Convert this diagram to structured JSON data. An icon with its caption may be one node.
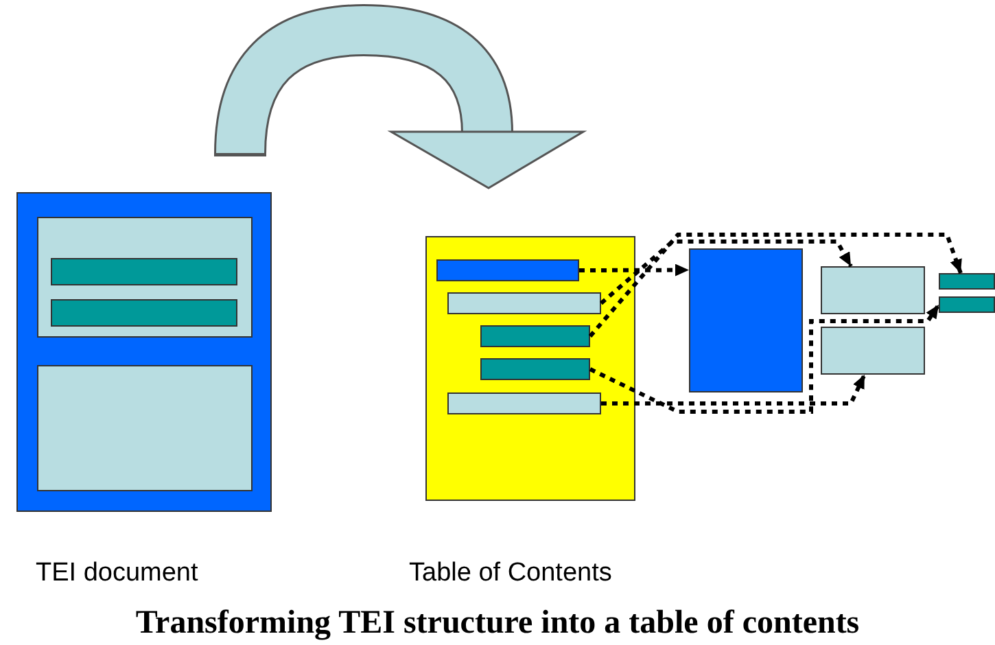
{
  "diagram": {
    "caption": "Transforming TEI structure into a table of contents",
    "nodes": [
      {
        "text": [
          "TEI document"
        ]
      },
      {
        "text": [],
        "shape": "box",
        "in": 0
      },
      {
        "text": [],
        "shape": "box",
        "in": 1
      },
      {
        "text": [],
        "shape": "box",
        "in": 1
      },
      {
        "text": [],
        "shape": "box",
        "in": 0
      },
      {
        "text": [
          "Table of Contents"
        ]
      },
      {
        "text": [],
        "shape": "box",
        "in": 5
      },
      {
        "text": [],
        "shape": "box",
        "in": 5
      },
      {
        "text": [],
        "shape": "box",
        "in": 5
      },
      {
        "text": [],
        "shape": "box",
        "in": 5
      },
      {
        "text": [],
        "shape": "box",
        "in": 5
      },
      {
        "text": [],
        "shape": "box"
      },
      {
        "text": [],
        "shape": "box"
      },
      {
        "text": [],
        "shape": "box"
      },
      {
        "text": [],
        "shape": "box"
      },
      {
        "text": [],
        "shape": "box"
      }
    ],
    "edges": [
      {
        "from": 6,
        "to": 11,
        "arrow": "to",
        "style": "dashed"
      },
      {
        "from": 7,
        "to": 12,
        "arrow": "to",
        "style": "dashed"
      },
      {
        "from": 8,
        "to": 14,
        "arrow": "to",
        "style": "dashed"
      },
      {
        "from": 9,
        "to": 15,
        "arrow": "to",
        "style": "dashed"
      },
      {
        "from": 10,
        "to": 13,
        "arrow": "to",
        "style": "dashed"
      }
    ]
  }
}
